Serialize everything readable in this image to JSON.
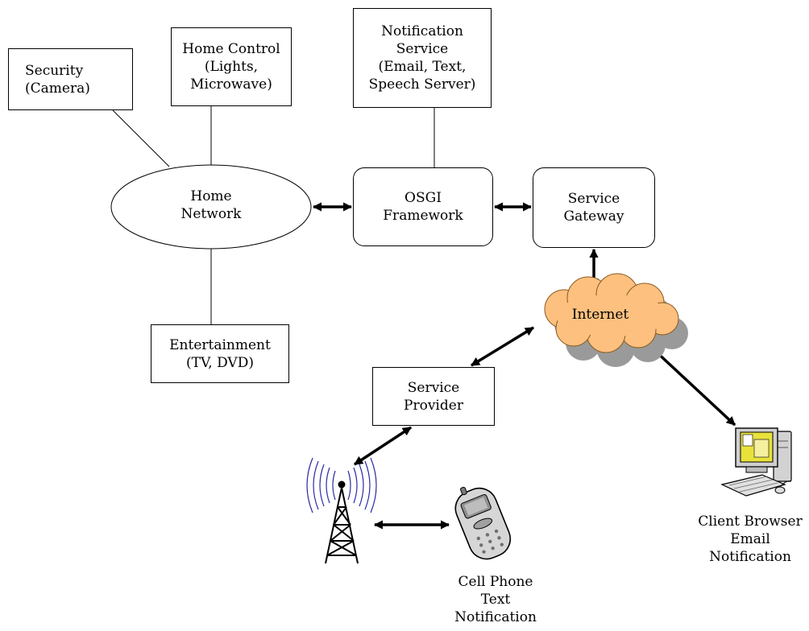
{
  "security": {
    "lines": [
      "Security",
      "(Camera)"
    ]
  },
  "home_control": {
    "lines": [
      "Home Control",
      "(Lights,",
      "Microwave)"
    ]
  },
  "notification_service": {
    "lines": [
      "Notification",
      "Service",
      "(Email, Text,",
      "Speech Server)"
    ]
  },
  "home_network": {
    "lines": [
      "Home",
      "Network"
    ]
  },
  "osgi_framework": {
    "lines": [
      "OSGI",
      "Framework"
    ]
  },
  "service_gateway": {
    "lines": [
      "Service",
      "Gateway"
    ]
  },
  "internet": {
    "label": "Internet"
  },
  "entertainment": {
    "lines": [
      "Entertainment",
      "(TV, DVD)"
    ]
  },
  "service_provider": {
    "lines": [
      "Service",
      "Provider"
    ]
  },
  "client_browser": {
    "lines": [
      "Client Browser",
      "Email",
      "Notification"
    ]
  },
  "cell_phone": {
    "lines": [
      "Cell Phone",
      "Text",
      "Notification"
    ]
  },
  "colors": {
    "cloud_fill": "#fdc07f",
    "cloud_shadow": "#9a9a9a",
    "tower_waves": "#2a2aa8",
    "monitor_screen": "#e8e23a"
  },
  "icons": [
    "cell-tower-icon",
    "cell-phone-icon",
    "desktop-computer-icon",
    "internet-cloud-icon"
  ]
}
